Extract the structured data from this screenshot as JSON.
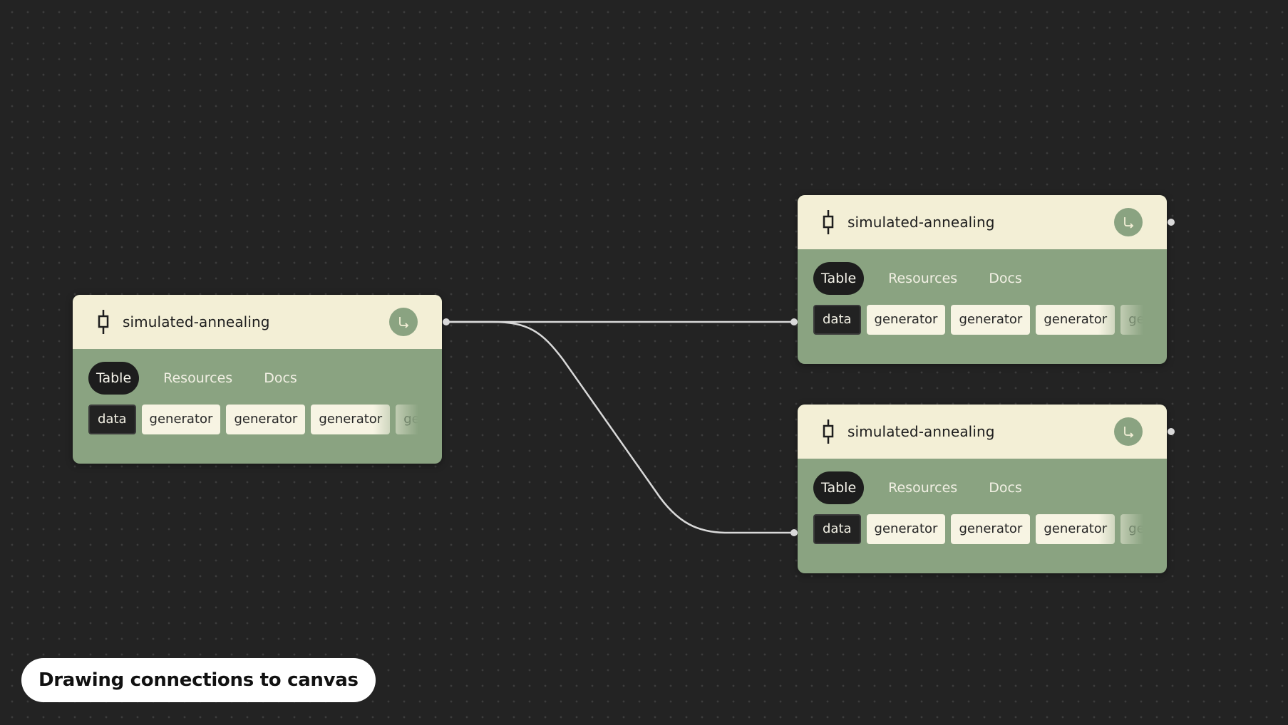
{
  "colors": {
    "canvas": "#232323",
    "node_body": "#8aa381",
    "node_header": "#f3efd6",
    "tab_active": "#1d1d1d",
    "column_chip": "#f7f4e3",
    "edge": "#d9d9d9"
  },
  "nodes": [
    {
      "title": "simulated-annealing",
      "icon": "commit-node-icon",
      "run_icon": "return-arrow-icon",
      "tabs": [
        {
          "label": "Table",
          "active": true
        },
        {
          "label": "Resources",
          "active": false
        },
        {
          "label": "Docs",
          "active": false
        }
      ],
      "columns": [
        "data",
        "generator",
        "generator",
        "generator",
        "generator"
      ]
    },
    {
      "title": "simulated-annealing",
      "icon": "commit-node-icon",
      "run_icon": "return-arrow-icon",
      "tabs": [
        {
          "label": "Table",
          "active": true
        },
        {
          "label": "Resources",
          "active": false
        },
        {
          "label": "Docs",
          "active": false
        }
      ],
      "columns": [
        "data",
        "generator",
        "generator",
        "generator",
        "generator"
      ]
    },
    {
      "title": "simulated-annealing",
      "icon": "commit-node-icon",
      "run_icon": "return-arrow-icon",
      "tabs": [
        {
          "label": "Table",
          "active": true
        },
        {
          "label": "Resources",
          "active": false
        },
        {
          "label": "Docs",
          "active": false
        }
      ],
      "columns": [
        "data",
        "generator",
        "generator",
        "generator",
        "generator"
      ]
    }
  ],
  "caption": "Drawing connections to canvas"
}
